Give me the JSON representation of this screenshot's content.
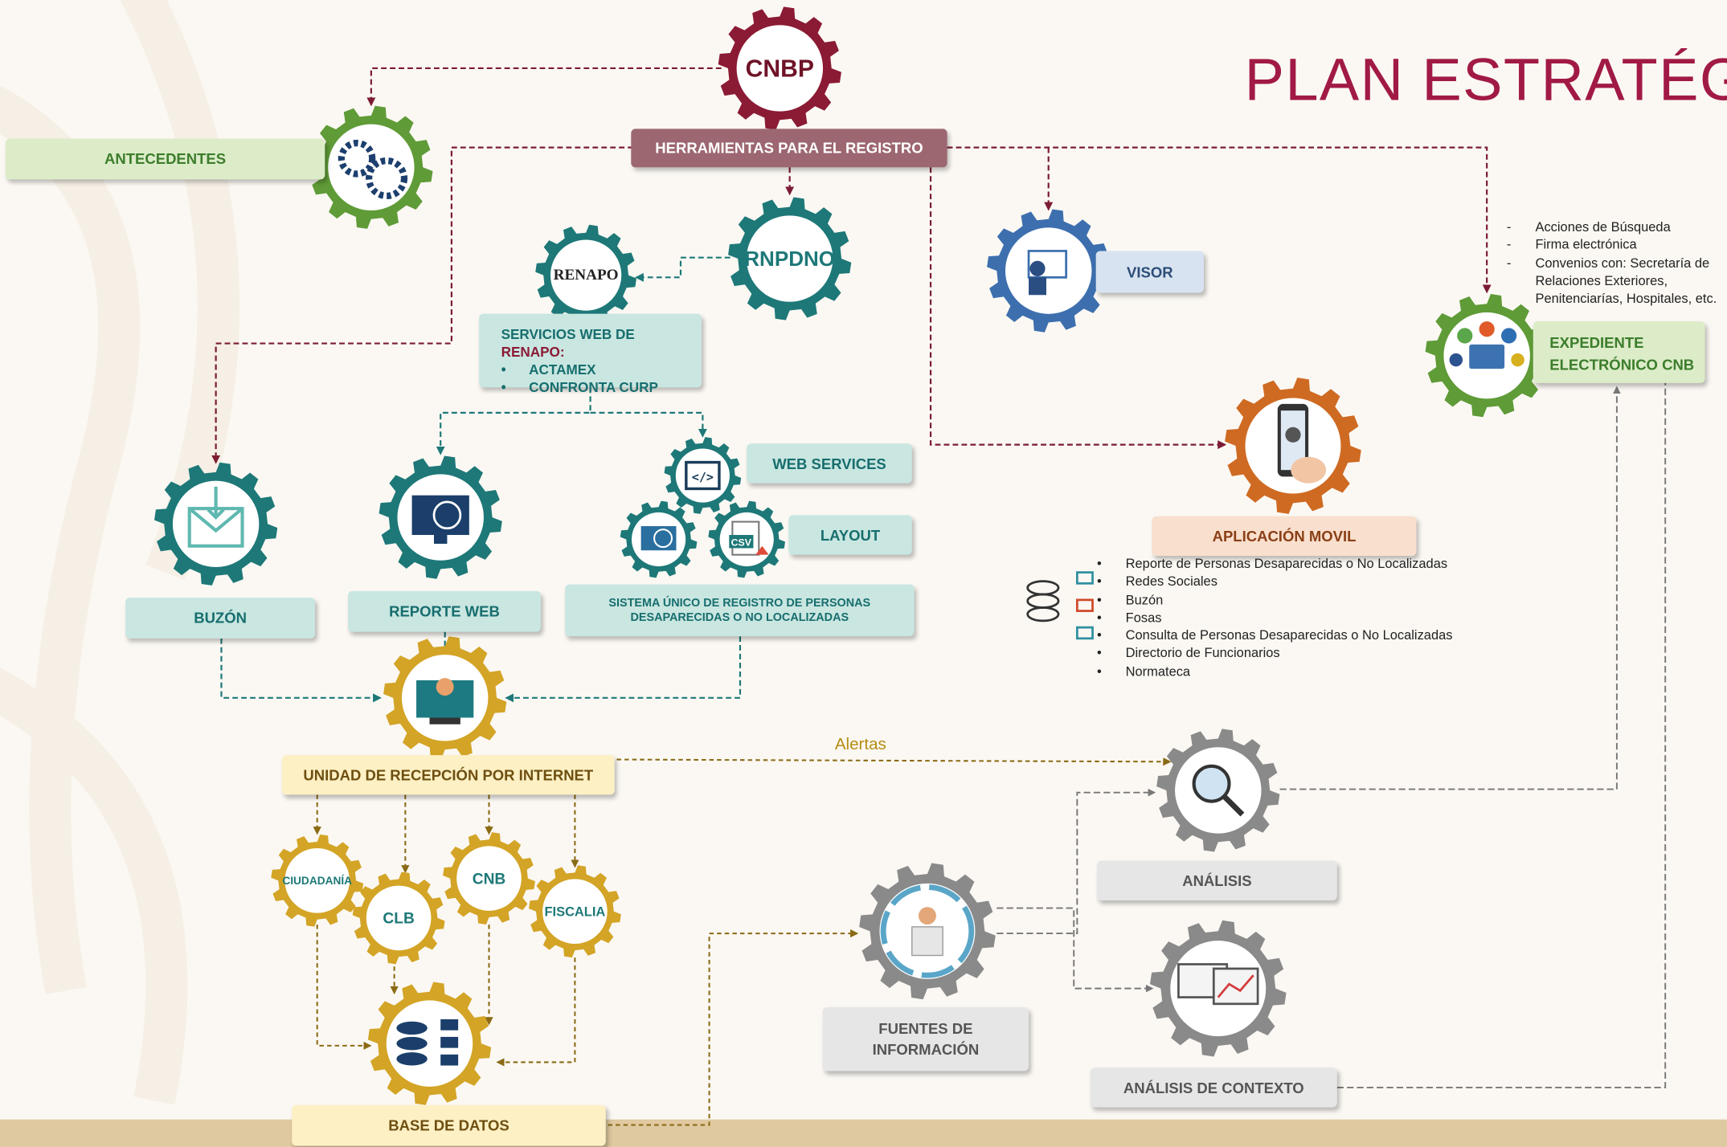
{
  "title": "PLAN ESTRATÉGIC",
  "nodes": {
    "cnbp": "CNBP",
    "herramientas": "HERRAMIENTAS PARA EL REGISTRO",
    "antecedentes": "ANTECEDENTES",
    "rnpdno": "RNPDNO",
    "renapo_logo": "RENAPO",
    "servicios_title_pre": "SERVICIOS WEB DE ",
    "servicios_title_em": "RENAPO:",
    "servicios_items": [
      "ACTAMEX",
      "CONFRONTA CURP"
    ],
    "visor": "VISOR",
    "expediente_line1": "EXPEDIENTE",
    "expediente_line2": "ELECTRÓNICO CNB",
    "web_services": "WEB SERVICES",
    "layout": "LAYOUT",
    "buzon": "BUZÓN",
    "reporte_web": "REPORTE WEB",
    "sistema_line1": "SISTEMA ÚNICO DE REGISTRO DE PERSONAS",
    "sistema_line2": "DESAPARECIDAS O NO LOCALIZADAS",
    "aplicacion_movil": "APLICACIÓN MOVIL",
    "unidad": "UNIDAD DE RECEPCIÓN POR INTERNET",
    "alertas": "Alertas",
    "ciudadania": "CIUDADANÍA",
    "clb": "CLB",
    "cnb": "CNB",
    "fiscalia": "FISCALIA",
    "base_datos": "BASE DE DATOS",
    "fuentes_line1": "FUENTES DE",
    "fuentes_line2": "INFORMACIÓN",
    "analisis": "ANÁLISIS",
    "analisis_contexto": "ANÁLISIS DE CONTEXTO",
    "csv_icon_text": "CSV"
  },
  "expediente_notes": [
    "Acciones de Búsqueda",
    "Firma electrónica",
    "Convenios con: Secretaría de",
    "Relaciones Exteriores,",
    "Penitenciarías, Hospitales, etc."
  ],
  "app_features": [
    "Reporte de Personas Desaparecidas o No Localizadas",
    "Redes Sociales",
    "Buzón",
    "Fosas",
    "Consulta de Personas Desaparecidas o No Localizadas",
    "Directorio de Funcionarios",
    "Normateca"
  ],
  "colors": {
    "maroon": "#8b1a35",
    "green": "#5f9b37",
    "teal": "#1e7878",
    "steel_blue": "#3d6fae",
    "orange": "#cf6a23",
    "gold": "#d3a426",
    "grey": "#8a8a8a",
    "title": "#a11a46"
  }
}
